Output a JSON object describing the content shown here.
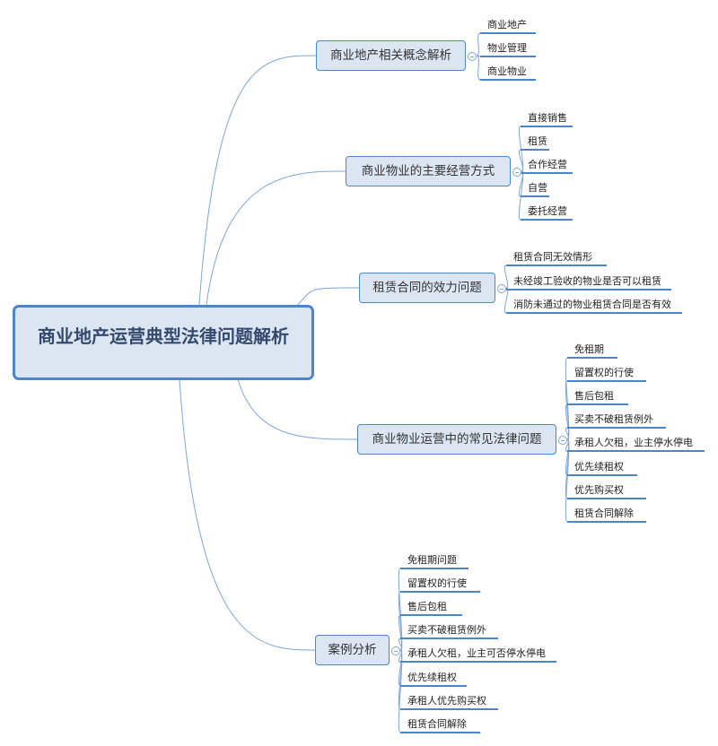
{
  "root": {
    "label": "商业地产运营典型法律问题解析"
  },
  "branches": [
    {
      "label": "商业地产相关概念解析",
      "children": [
        "商业地产",
        "物业管理",
        "商业物业"
      ]
    },
    {
      "label": "商业物业的主要经营方式",
      "children": [
        "直接销售",
        "租赁",
        "合作经营",
        "自营",
        "委托经营"
      ]
    },
    {
      "label": "租赁合同的效力问题",
      "children": [
        "租赁合同无效情形",
        "未经竣工验收的物业是否可以租赁",
        "消防未通过的物业租赁合同是否有效"
      ]
    },
    {
      "label": "商业物业运营中的常见法律问题",
      "children": [
        "免租期",
        "留置权的行使",
        "售后包租",
        "买卖不破租赁例外",
        "承租人欠租，业主停水停电",
        "优先续租权",
        "优先购买权",
        "租赁合同解除"
      ]
    },
    {
      "label": "案例分析",
      "children": [
        "免租期问题",
        "留置权的行使",
        "售后包租",
        "买卖不破租赁例外",
        "承租人欠租，业主可否停水停电",
        "优先续租权",
        "承租人优先购买权",
        "租赁合同解除"
      ]
    }
  ],
  "colors": {
    "line": "#7fa6d6",
    "border": "#4a86c8",
    "fill": "#dce6f2",
    "root_text": "#34496e"
  }
}
